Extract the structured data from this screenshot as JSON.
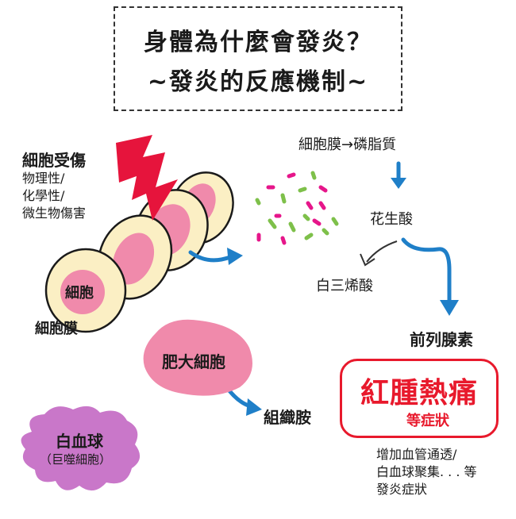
{
  "title": {
    "line1": "身體為什麼會發炎？",
    "line2": "~發炎的反應機制~"
  },
  "injury": {
    "label": "細胞受傷",
    "causes": [
      "物理性/",
      "化學性/",
      "微生物傷害"
    ]
  },
  "cell": {
    "cell_label": "細胞",
    "membrane_label": "細胞膜"
  },
  "pathway": {
    "membrane_phospholipid": "細胞膜→磷脂質",
    "arachidonic_acid": "花生酸",
    "leukotriene": "白三烯酸",
    "prostaglandin": "前列腺素"
  },
  "mast_cell": {
    "label": "肥大細胞",
    "product": "組織胺"
  },
  "wbc": {
    "label": "白血球",
    "sub": "（巨噬細胞）"
  },
  "symptoms": {
    "main": "紅腫熱痛",
    "sub": "等症狀",
    "note": [
      "增加血管通透/",
      "白血球聚集. . . 等",
      "發炎症狀"
    ]
  },
  "colors": {
    "pink": "#f08aab",
    "cream": "#fbefc4",
    "blue": "#1f7fc8",
    "magenta": "#e6168a",
    "green": "#7ec04a",
    "red": "#e8192c",
    "purple": "#c977c9"
  }
}
